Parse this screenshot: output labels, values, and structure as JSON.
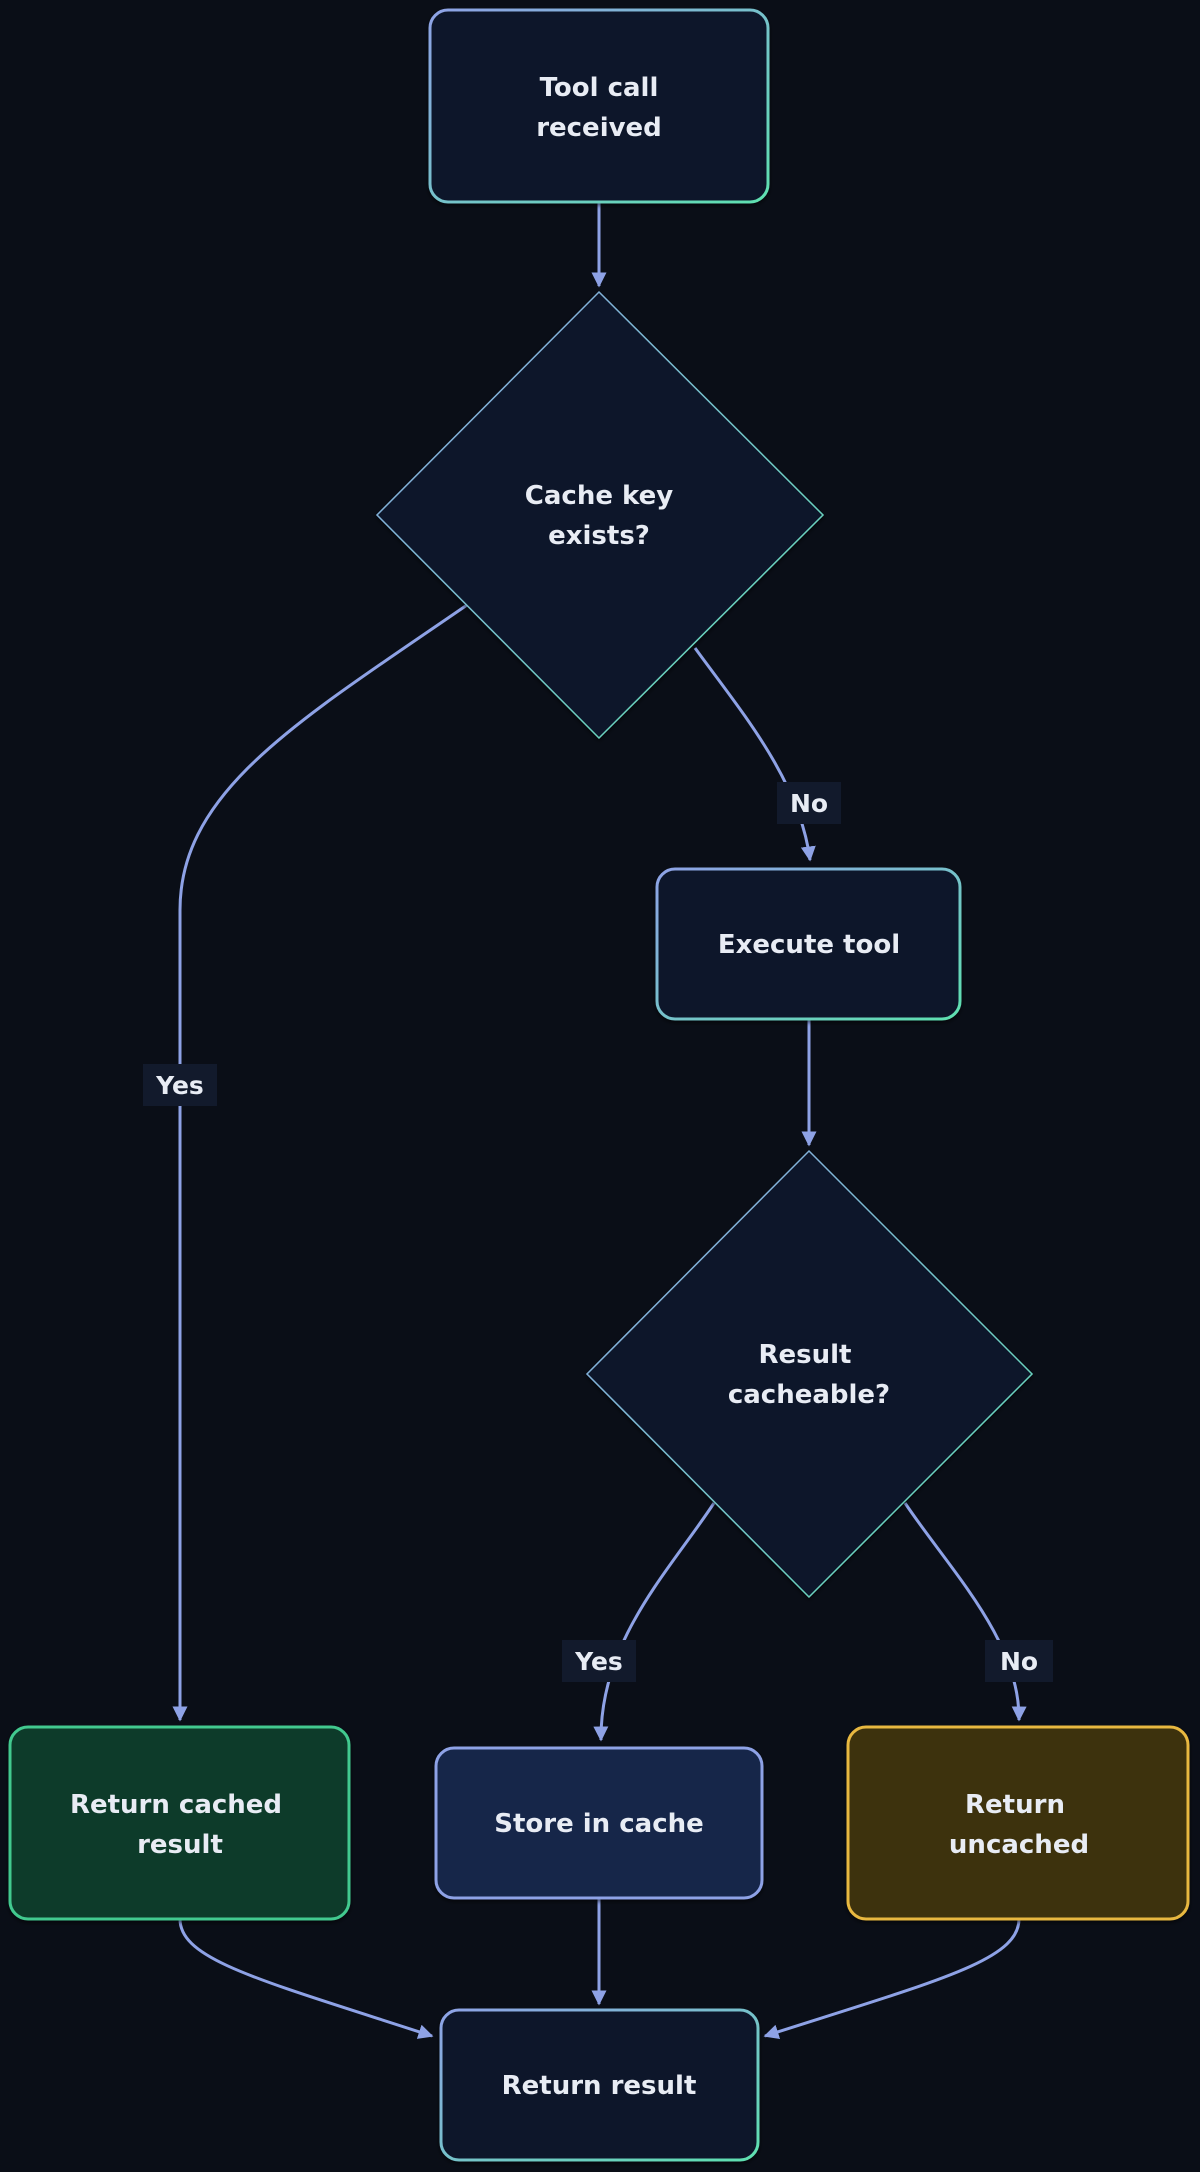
{
  "nodes": {
    "tool_call_received": [
      "Tool call",
      "received"
    ],
    "cache_key_exists": [
      "Cache key",
      "exists?"
    ],
    "execute_tool": [
      "Execute tool"
    ],
    "result_cacheable": [
      "Result",
      "cacheable?"
    ],
    "return_cached_result": [
      "Return cached",
      "result"
    ],
    "store_in_cache": [
      "Store in cache"
    ],
    "return_uncached": [
      "Return",
      "uncached"
    ],
    "return_result": [
      "Return result"
    ]
  },
  "edge_labels": {
    "cache_no": "No",
    "cache_yes": "Yes",
    "cacheable_yes": "Yes",
    "cacheable_no": "No"
  },
  "colors": {
    "background": "#0a0e17",
    "node_fill": "#0f172a",
    "edge": "#8ea2e6",
    "accent_green": "#5ee0b0",
    "cached_fill": "#0e3b2c",
    "cached_stroke": "#42c98f",
    "store_fill": "#15254a",
    "uncached_fill": "#3d3110",
    "uncached_stroke": "#e8b840",
    "label_bg": "#121a2c"
  }
}
